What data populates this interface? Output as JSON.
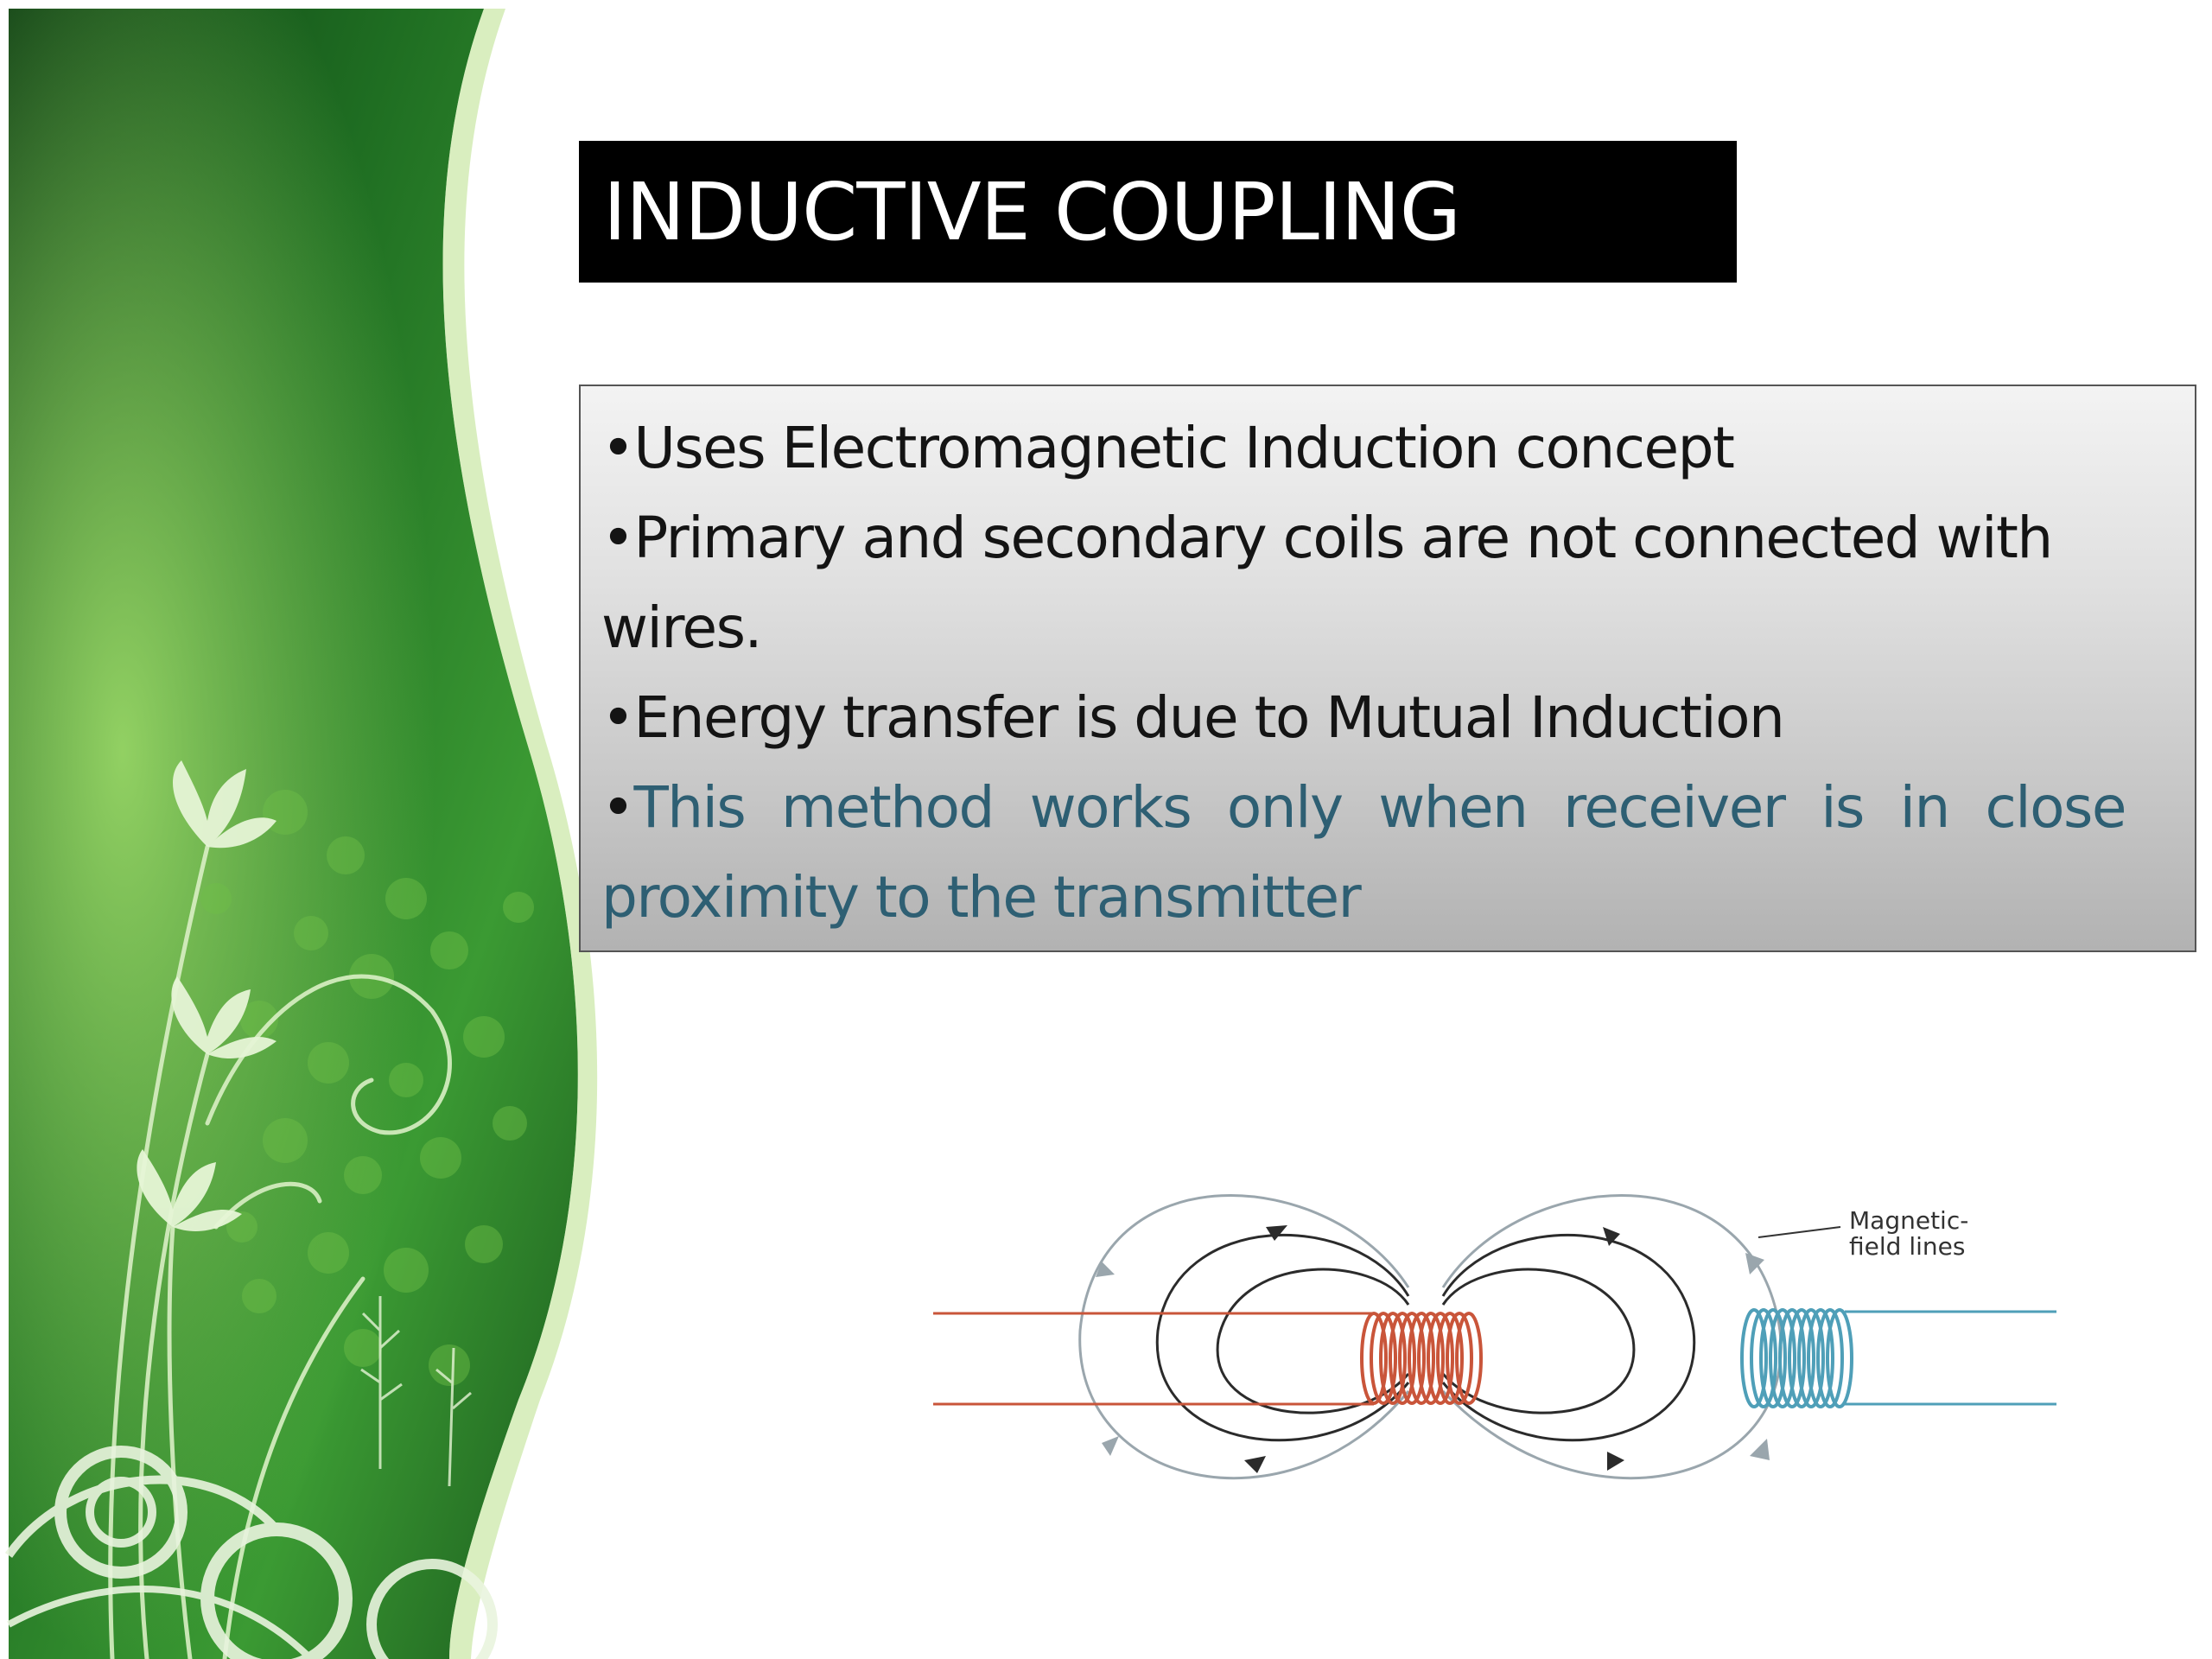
{
  "slide": {
    "title": "INDUCTIVE COUPLING",
    "bullets": [
      {
        "marker": "•",
        "text": "Uses Electromagnetic Induction concept",
        "style": "normal"
      },
      {
        "marker": "•",
        "text": "Primary and secondary coils are not connected with wires.",
        "style": "normal"
      },
      {
        "marker": "•",
        "text": "Energy transfer is due to Mutual Induction",
        "style": "normal"
      },
      {
        "marker": "•",
        "text": "This method works only when receiver is in close proximity to the transmitter",
        "style": "accent"
      }
    ],
    "diagram": {
      "label_line1": "Magnetic-",
      "label_line2": "field lines"
    }
  },
  "colors": {
    "title_bg": "#000000",
    "title_text": "#ffffff",
    "body_text": "#141414",
    "accent_text": "#2e5f73",
    "primary_coil": "#c9553a",
    "secondary_coil": "#4f9fb8",
    "field_lines": "#2b2b2b",
    "outer_field_lines": "#9aa6ad",
    "green_dark": "#0f4a17",
    "green_mid": "#2f8a2c",
    "green_light": "#7cc24e"
  },
  "icons": [
    "floral-swirl-decoration",
    "coil-field-diagram"
  ]
}
